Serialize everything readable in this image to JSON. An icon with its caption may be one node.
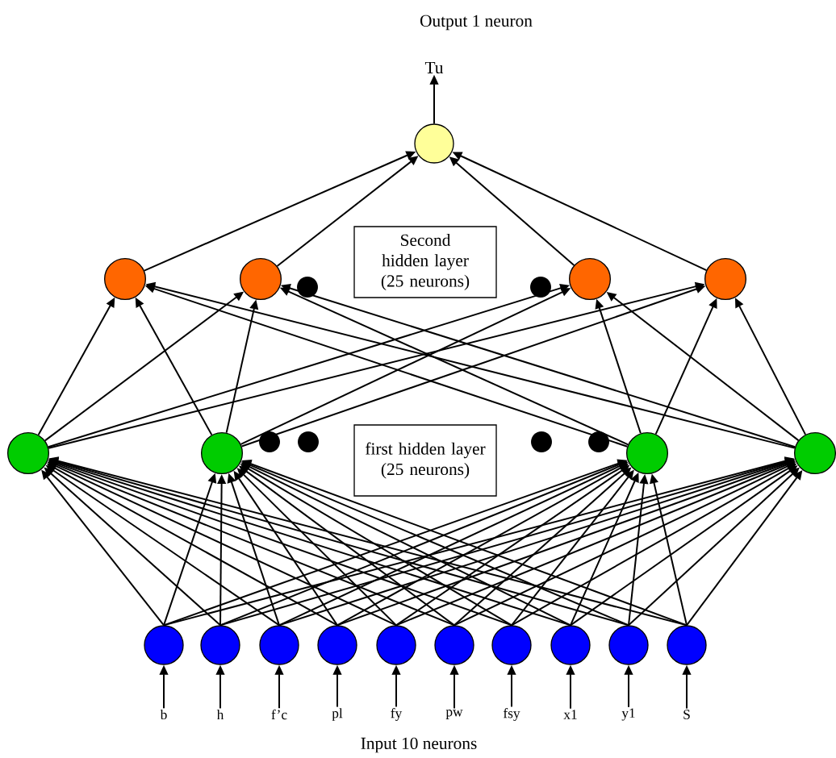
{
  "diagram": {
    "nodes": [
      {
        "text": [
          "Tu"
        ]
      },
      {
        "text": [],
        "shape": "circle"
      },
      {
        "text": [],
        "shape": "circle"
      },
      {
        "text": [],
        "shape": "circle"
      },
      {
        "text": [],
        "shape": "circle"
      },
      {
        "text": [],
        "shape": "circle"
      },
      {
        "text": [
          "Second hidden layer (25 neurons)"
        ]
      },
      {
        "text": [],
        "shape": "circle"
      },
      {
        "text": [],
        "shape": "circle"
      },
      {
        "text": [],
        "shape": "circle"
      },
      {
        "text": [],
        "shape": "circle"
      },
      {
        "text": [
          "first hidden layer (25 neurons)"
        ]
      },
      {
        "text": [],
        "shape": "circle"
      },
      {
        "text": [],
        "shape": "circle"
      },
      {
        "text": [],
        "shape": "circle"
      },
      {
        "text": [],
        "shape": "circle"
      },
      {
        "text": [],
        "shape": "circle"
      },
      {
        "text": [],
        "shape": "circle"
      },
      {
        "text": [],
        "shape": "circle"
      },
      {
        "text": [],
        "shape": "circle"
      },
      {
        "text": [],
        "shape": "circle"
      },
      {
        "text": [],
        "shape": "circle"
      },
      {
        "text": [
          "b"
        ]
      },
      {
        "text": [
          "h"
        ]
      },
      {
        "text": [
          "f’c"
        ]
      },
      {
        "text": [
          "pl"
        ]
      },
      {
        "text": [
          "fy"
        ]
      },
      {
        "text": [
          "pw"
        ]
      },
      {
        "text": [
          "fsy"
        ]
      },
      {
        "text": [
          "x1"
        ]
      },
      {
        "text": [
          "y1"
        ]
      },
      {
        "text": [
          "S"
        ]
      }
    ],
    "edges": [
      {
        "from": 1,
        "to": 0,
        "arrow": "to"
      },
      {
        "from": 2,
        "to": 1,
        "arrow": "to"
      },
      {
        "from": 3,
        "to": 1,
        "arrow": "to"
      },
      {
        "from": 4,
        "to": 1,
        "arrow": "to"
      },
      {
        "from": 5,
        "to": 1,
        "arrow": "to"
      },
      {
        "from": 7,
        "to": 2,
        "arrow": "to"
      },
      {
        "from": 7,
        "to": 3,
        "arrow": "to"
      },
      {
        "from": 7,
        "to": 4,
        "arrow": "to"
      },
      {
        "from": 7,
        "to": 5,
        "arrow": "to"
      },
      {
        "from": 8,
        "to": 2,
        "arrow": "to"
      },
      {
        "from": 8,
        "to": 3,
        "arrow": "to"
      },
      {
        "from": 8,
        "to": 4,
        "arrow": "to"
      },
      {
        "from": 8,
        "to": 5,
        "arrow": "to"
      },
      {
        "from": 9,
        "to": 2,
        "arrow": "to"
      },
      {
        "from": 9,
        "to": 3,
        "arrow": "to"
      },
      {
        "from": 9,
        "to": 4,
        "arrow": "to"
      },
      {
        "from": 9,
        "to": 5,
        "arrow": "to"
      },
      {
        "from": 10,
        "to": 2,
        "arrow": "to"
      },
      {
        "from": 10,
        "to": 3,
        "arrow": "to"
      },
      {
        "from": 10,
        "to": 4,
        "arrow": "to"
      },
      {
        "from": 10,
        "to": 5,
        "arrow": "to"
      },
      {
        "from": 12,
        "to": 7,
        "arrow": "to"
      },
      {
        "from": 12,
        "to": 8,
        "arrow": "to"
      },
      {
        "from": 12,
        "to": 9,
        "arrow": "to"
      },
      {
        "from": 12,
        "to": 10,
        "arrow": "to"
      },
      {
        "from": 13,
        "to": 7,
        "arrow": "to"
      },
      {
        "from": 13,
        "to": 8,
        "arrow": "to"
      },
      {
        "from": 13,
        "to": 9,
        "arrow": "to"
      },
      {
        "from": 13,
        "to": 10,
        "arrow": "to"
      },
      {
        "from": 14,
        "to": 7,
        "arrow": "to"
      },
      {
        "from": 14,
        "to": 8,
        "arrow": "to"
      },
      {
        "from": 14,
        "to": 9,
        "arrow": "to"
      },
      {
        "from": 14,
        "to": 10,
        "arrow": "to"
      },
      {
        "from": 15,
        "to": 7,
        "arrow": "to"
      },
      {
        "from": 15,
        "to": 8,
        "arrow": "to"
      },
      {
        "from": 15,
        "to": 9,
        "arrow": "to"
      },
      {
        "from": 15,
        "to": 10,
        "arrow": "to"
      },
      {
        "from": 16,
        "to": 7,
        "arrow": "to"
      },
      {
        "from": 16,
        "to": 8,
        "arrow": "to"
      },
      {
        "from": 16,
        "to": 9,
        "arrow": "to"
      },
      {
        "from": 16,
        "to": 10,
        "arrow": "to"
      },
      {
        "from": 17,
        "to": 7,
        "arrow": "to"
      },
      {
        "from": 17,
        "to": 8,
        "arrow": "to"
      },
      {
        "from": 17,
        "to": 9,
        "arrow": "to"
      },
      {
        "from": 17,
        "to": 10,
        "arrow": "to"
      },
      {
        "from": 18,
        "to": 7,
        "arrow": "to"
      },
      {
        "from": 18,
        "to": 8,
        "arrow": "to"
      },
      {
        "from": 18,
        "to": 9,
        "arrow": "to"
      },
      {
        "from": 18,
        "to": 10,
        "arrow": "to"
      },
      {
        "from": 19,
        "to": 7,
        "arrow": "to"
      },
      {
        "from": 19,
        "to": 8,
        "arrow": "to"
      },
      {
        "from": 19,
        "to": 9,
        "arrow": "to"
      },
      {
        "from": 19,
        "to": 10,
        "arrow": "to"
      },
      {
        "from": 20,
        "to": 7,
        "arrow": "to"
      },
      {
        "from": 20,
        "to": 8,
        "arrow": "to"
      },
      {
        "from": 20,
        "to": 9,
        "arrow": "to"
      },
      {
        "from": 20,
        "to": 10,
        "arrow": "to"
      },
      {
        "from": 21,
        "to": 7,
        "arrow": "to"
      },
      {
        "from": 21,
        "to": 8,
        "arrow": "to"
      },
      {
        "from": 21,
        "to": 9,
        "arrow": "to"
      },
      {
        "from": 21,
        "to": 10,
        "arrow": "to"
      },
      {
        "from": 22,
        "to": 12,
        "arrow": "to"
      },
      {
        "from": 23,
        "to": 13,
        "arrow": "to"
      },
      {
        "from": 24,
        "to": 14,
        "arrow": "to"
      },
      {
        "from": 25,
        "to": 15,
        "arrow": "to"
      },
      {
        "from": 26,
        "to": 16,
        "arrow": "to"
      },
      {
        "from": 27,
        "to": 17,
        "arrow": "to"
      },
      {
        "from": 28,
        "to": 18,
        "arrow": "to"
      },
      {
        "from": 29,
        "to": 19,
        "arrow": "to"
      },
      {
        "from": 30,
        "to": 20,
        "arrow": "to"
      },
      {
        "from": 31,
        "to": 21,
        "arrow": "to"
      }
    ],
    "labels": [
      "Output 1 neuron",
      "Input 10 neurons"
    ]
  }
}
